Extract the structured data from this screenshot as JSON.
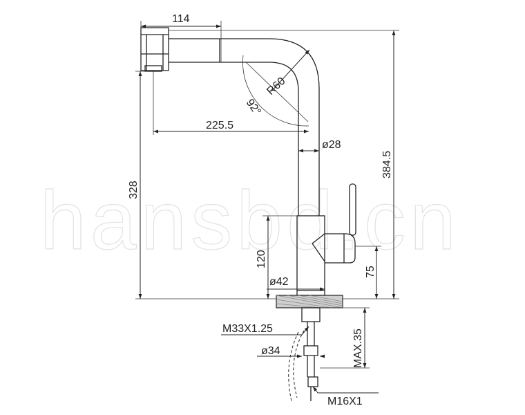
{
  "watermark": "hansbd.cn",
  "dimensions": {
    "spout_width": "114",
    "spout_reach": "225.5",
    "bend_radius": "R60",
    "bend_angle": "92°",
    "tube_diameter": "ø28",
    "total_height": "384.5",
    "spout_height": "328",
    "body_height": "120",
    "handle_height": "75",
    "body_diameter": "ø42",
    "thread": "M33X1.25",
    "shank_diameter": "ø34",
    "max_deck": "MAX.35",
    "hose_thread": "M16X1"
  }
}
